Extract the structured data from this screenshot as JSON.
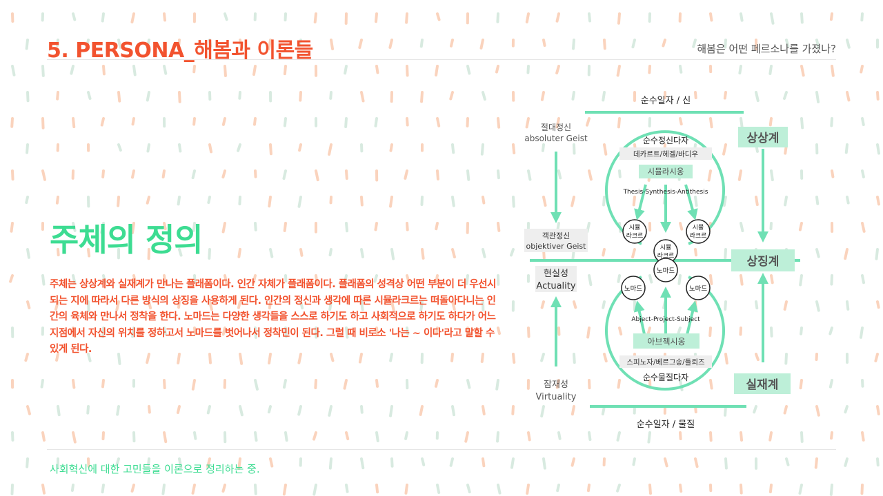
{
  "header": {
    "title": "5. PERSONA_해봄과 이론들",
    "subtitle": "해봄은 어떤 페르소나를 가졌나?"
  },
  "main": {
    "heading": "주체의 정의",
    "body": "주체는 상상계와 실재계가 만나는 플래폼이다. 인간 자체가 플래폼이다. 플래폼의 성격상 어떤 부분이 더 우선시되는 지에 따라서 다른 방식의 상징을 사용하게 된다. 인간의 정신과 생각에 따른 시뮬라크르는 떠돌아다니는 인간의 육체와 만나서 정착을 한다. 노마드는 다양한 생각들을 스스로 하기도 하고 사회적으로 하기도 하다가 어느 지점에서 자신의 위치를 정하고서 노마드를 벗어나서 정착민이 된다. 그럴 때 비로소 '나는 ~ 이다'라고 말할 수 있게 된다."
  },
  "footer": {
    "note": "사회혁신에 대한 고민들을 이론으로 정리하는 중."
  },
  "diagram": {
    "top_label": "순수일자 / 신",
    "bottom_label": "순수일자 / 물질",
    "left_top": {
      "line1": "절대정신",
      "line2": "absoluter Geist"
    },
    "left_mid": {
      "line1": "객관정신",
      "line2": "objektiver Geist"
    },
    "left_actuality": {
      "line1": "현실성",
      "line2": "Actuality"
    },
    "left_virtuality": {
      "line1": "잠재성",
      "line2": "Virtuality"
    },
    "right_imaginary": "상상계",
    "right_symbolic": "상징계",
    "right_real": "실재계",
    "upper_circle": {
      "title": "순수정신다자",
      "thinkers": "데카르트/헤겔/바디우",
      "process": "시뮬라시옹",
      "dialectic": "Thesis-Synthesis-Antithesis"
    },
    "lower_circle": {
      "title": "순수물질다자",
      "thinkers": "스피노자/베르그송/들뢰즈",
      "process": "아브젝시옹",
      "dialectic": "Abject-Project-Subject"
    },
    "nodes": {
      "simulacre_left": {
        "line1": "시뮬",
        "line2": "라크르"
      },
      "simulacre_right": {
        "line1": "시뮬",
        "line2": "라크르"
      },
      "simulacre_center": {
        "line1": "시뮬",
        "line2": "라크르"
      },
      "nomad_center": "노마드",
      "nomad_left": "노마드",
      "nomad_right": "노마드"
    },
    "colors": {
      "mint": "#6fe0b4",
      "mint_fill": "#bdefd8",
      "label_bg": "#eeeeee"
    }
  },
  "theme": {
    "title_color": "#f2532f",
    "accent_green": "#3ddc92",
    "dash_colors": [
      "#f9c9ad",
      "#cfe6d9"
    ]
  }
}
